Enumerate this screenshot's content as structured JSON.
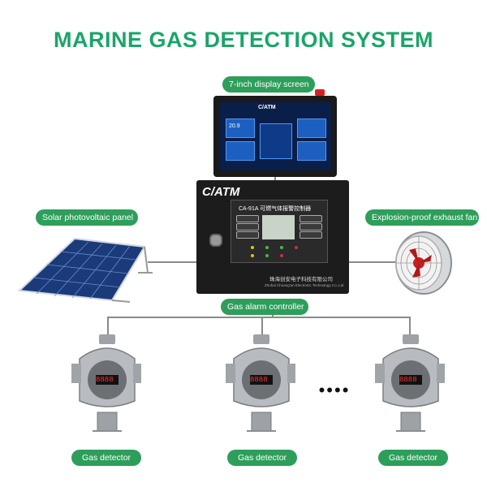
{
  "title": "MARINE GAS DETECTION SYSTEM",
  "labels": {
    "display": "7-inch display screen",
    "solar": "Solar photovoltaic panel",
    "fan": "Explosion-proof exhaust fan",
    "controller": "Gas alarm controller",
    "detector1": "Gas detector",
    "detector2": "Gas detector",
    "detector3": "Gas detector"
  },
  "controller": {
    "brand": "C/ATM",
    "model": "CA-91A 可燃气体报警控制器",
    "maker": "珠海创安电子科技有限公司",
    "maker_en": "Zhuhai Chuang'an Electronic Technology Co.,Ltd"
  },
  "screen": {
    "brand": "C/ATM",
    "reading": "20.9"
  },
  "detector_display": "8888",
  "ellipsis": "••••",
  "colors": {
    "title": "#1aa56a",
    "pill": "#2e9e5b",
    "line": "#8a8a8a"
  }
}
